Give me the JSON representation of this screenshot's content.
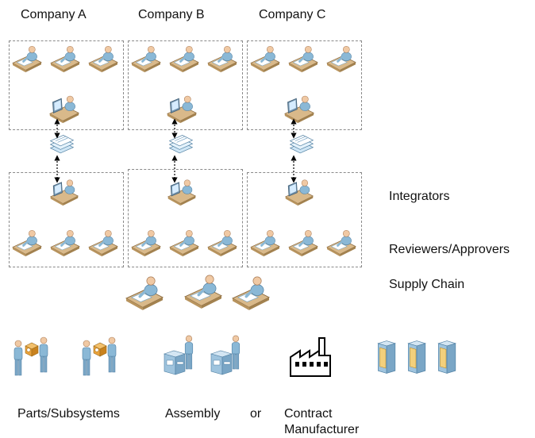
{
  "companies": [
    "Company A",
    "Company B",
    "Company C"
  ],
  "roles": {
    "integrators": "Integrators",
    "reviewers": "Reviewers/Approvers",
    "supply_chain": "Supply Chain"
  },
  "bottom": {
    "parts": "Parts/Subsystems",
    "assembly": "Assembly",
    "or": "or",
    "contract_line1": "Contract",
    "contract_line2": "Manufacturer"
  },
  "colors": {
    "person": "#8ab8d6",
    "skin": "#f0c9a4",
    "desk": "#d9b98a",
    "box_border": "#8a8a8a",
    "package": "#e9a23b",
    "cabinet": "#e6c36a"
  },
  "icons": {
    "desk_worker": "desk-worker-icon",
    "integrator": "computer-worker-icon",
    "documents": "document-stack-icon",
    "link": "bidirectional-arrow",
    "parts": "package-handoff-icon",
    "assembly": "machine-operator-icon",
    "factory": "factory-icon",
    "cabinet": "cabinet-icon"
  }
}
